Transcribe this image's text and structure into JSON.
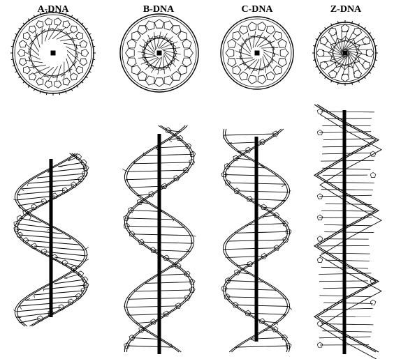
{
  "panels": [
    {
      "id": "a",
      "label": "A-DNA"
    },
    {
      "id": "b",
      "label": "B-DNA"
    },
    {
      "id": "c",
      "label": "C-DNA"
    },
    {
      "id": "z",
      "label": "Z-DNA"
    }
  ],
  "style": {
    "ink": "#000000",
    "background": "#ffffff"
  }
}
